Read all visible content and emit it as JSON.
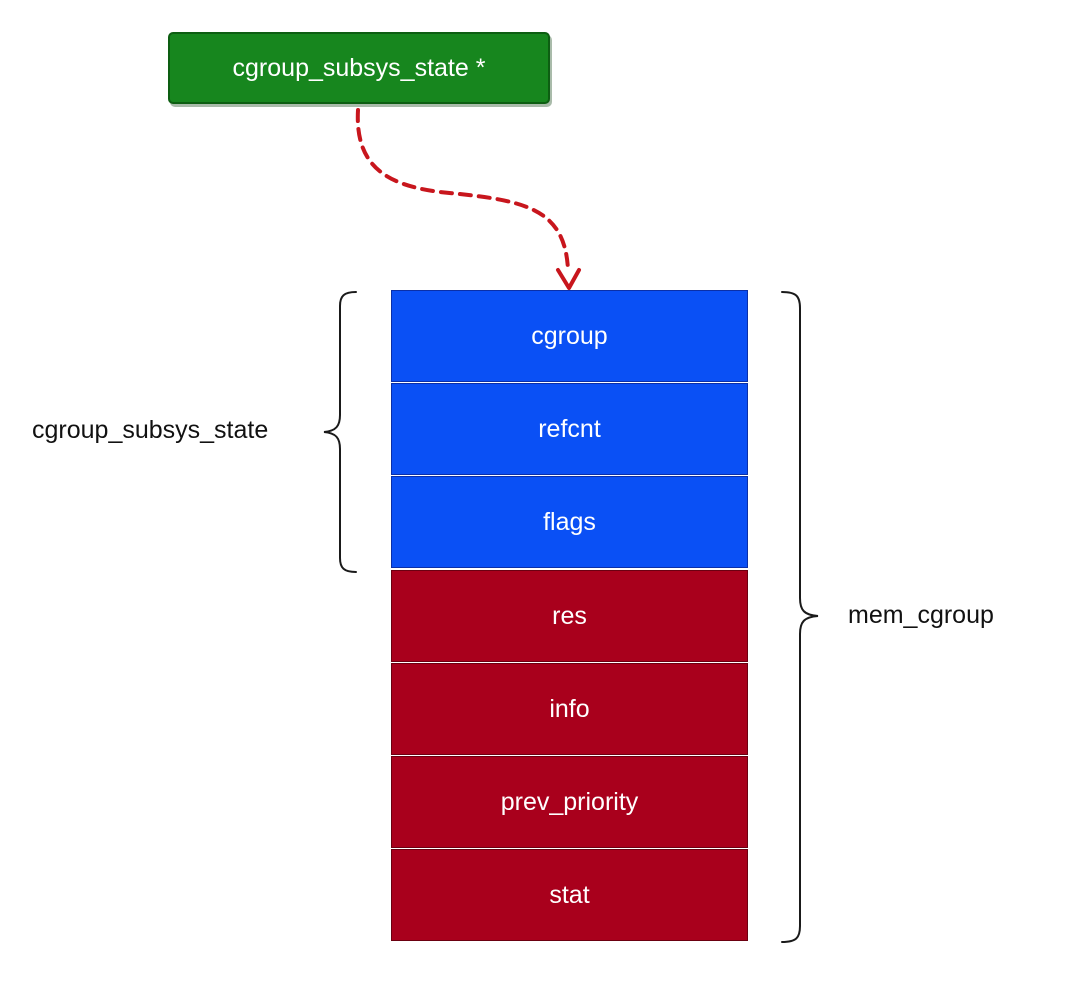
{
  "pointer": {
    "label": "cgroup_subsys_state *",
    "color": "#17861e"
  },
  "struct_fields": [
    {
      "label": "cgroup",
      "group": "cgroup_subsys_state"
    },
    {
      "label": "refcnt",
      "group": "cgroup_subsys_state"
    },
    {
      "label": "flags",
      "group": "cgroup_subsys_state"
    },
    {
      "label": "res",
      "group": "mem_cgroup"
    },
    {
      "label": "info",
      "group": "mem_cgroup"
    },
    {
      "label": "prev_priority",
      "group": "mem_cgroup"
    },
    {
      "label": "stat",
      "group": "mem_cgroup"
    }
  ],
  "braces": {
    "inner_label": "cgroup_subsys_state",
    "outer_label": "mem_cgroup"
  },
  "colors": {
    "css_fields": "#0a50f5",
    "mem_fields": "#a9001c",
    "arrow": "#c8161d"
  }
}
